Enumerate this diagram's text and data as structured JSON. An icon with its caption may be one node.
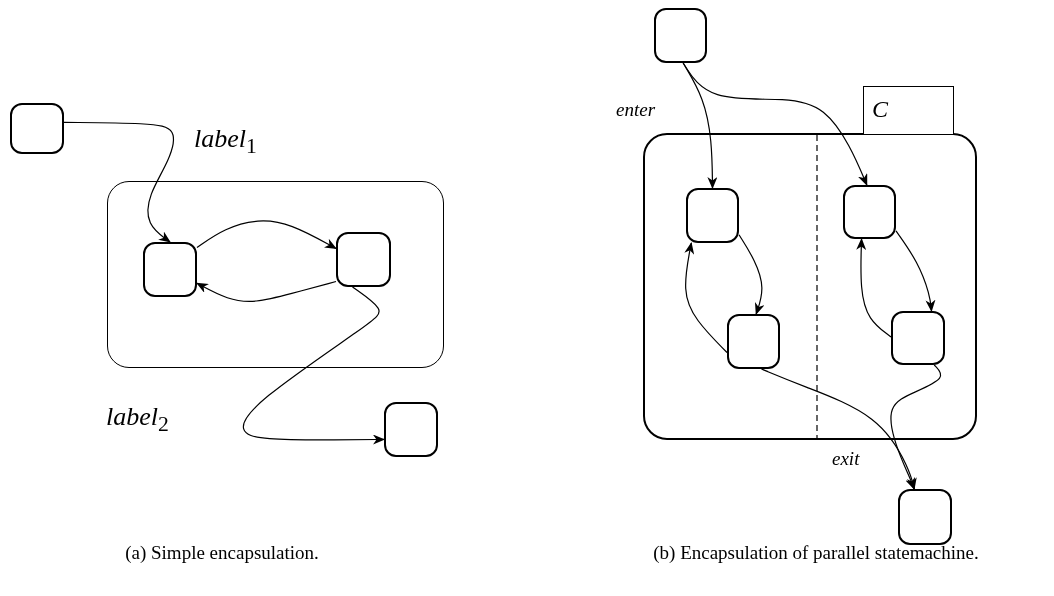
{
  "diagram": {
    "nodes": [
      {
        "text": [],
        "shape": "box"
      },
      {
        "text": [],
        "shape": "box"
      },
      {
        "text": [],
        "shape": "box",
        "in": 1
      },
      {
        "text": [],
        "shape": "box",
        "in": 1
      },
      {
        "text": [],
        "shape": "box"
      },
      {
        "text": [],
        "shape": "box"
      },
      {
        "text": [
          "C"
        ]
      },
      {
        "text": [],
        "shape": "box"
      },
      {
        "text": [],
        "shape": "box",
        "in": 7
      },
      {
        "text": [],
        "shape": "box",
        "in": 7
      },
      {
        "text": [],
        "shape": "box",
        "in": 7
      },
      {
        "text": [],
        "shape": "box",
        "in": 7
      },
      {
        "text": [],
        "shape": "box"
      }
    ],
    "edges": [
      {
        "from": 0,
        "to": 2,
        "arrow": "to",
        "label": "*label*$_{1}$"
      },
      {
        "from": 2,
        "to": 3,
        "arrow": "to"
      },
      {
        "from": 3,
        "to": 2,
        "arrow": "to"
      },
      {
        "from": 3,
        "to": 4,
        "arrow": "to",
        "label": "*label*$_{2}$"
      },
      {
        "from": 5,
        "to": 8,
        "arrow": "to",
        "label": "enter"
      },
      {
        "from": 5,
        "to": 10,
        "arrow": "to"
      },
      {
        "from": 8,
        "to": 9,
        "arrow": "to"
      },
      {
        "from": 9,
        "to": 8,
        "arrow": "to"
      },
      {
        "from": 10,
        "to": 11,
        "arrow": "to"
      },
      {
        "from": 11,
        "to": 10,
        "arrow": "to"
      },
      {
        "from": 9,
        "to": 12,
        "arrow": "to",
        "label": "exit"
      },
      {
        "from": 11,
        "to": 12,
        "arrow": "to"
      }
    ],
    "labels": [
      "(a) Simple encapsulation.",
      "(b) Encapsulation of parallel statemachine."
    ]
  }
}
